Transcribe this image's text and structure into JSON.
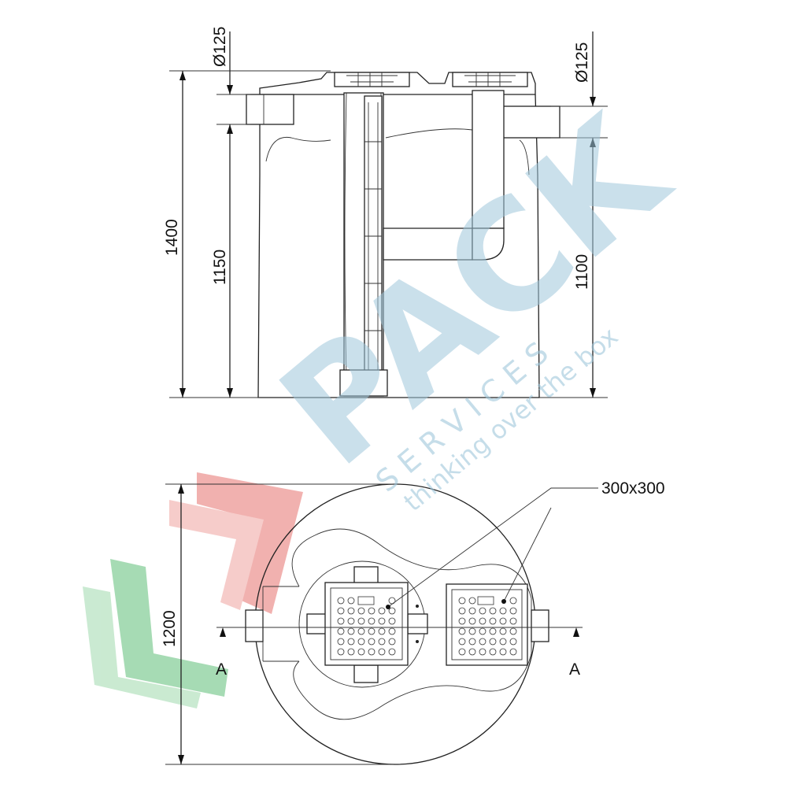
{
  "dimensions": {
    "inlet_diameter": "Ø125",
    "outlet_diameter": "Ø125",
    "total_height": "1400",
    "inlet_height": "1150",
    "outlet_height": "1100",
    "plan_diameter": "1200",
    "cover_size": "300x300",
    "section_marker_left": "A",
    "section_marker_right": "A"
  },
  "watermark": {
    "brand": "PACK",
    "line2": "S E R V I C E S",
    "tagline": "thinking over the box",
    "colors": {
      "blue": "#9fc6da",
      "red": "#e7726f",
      "green": "#5fbe78"
    }
  }
}
